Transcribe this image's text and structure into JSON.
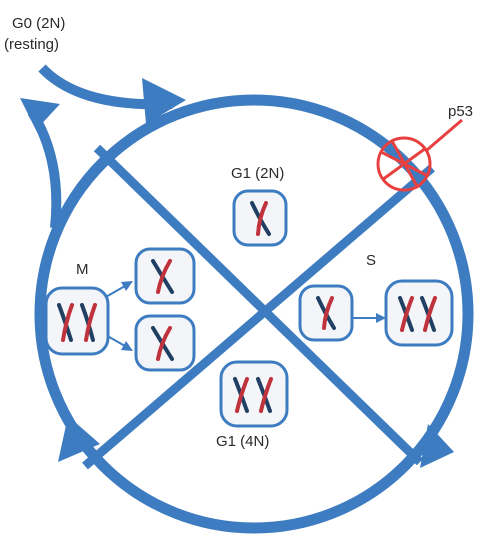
{
  "labels": {
    "g0_line1": "G0 (2N)",
    "g0_line2": "(resting)",
    "g1_2n": "G1 (2N)",
    "s_phase": "S",
    "m_phase": "M",
    "g1_4n": "G1 (4N)",
    "p53": "p53"
  },
  "colors": {
    "cycle_blue": "#3d7cc0",
    "cell_border": "#3d7cc0",
    "cell_fill": "#f4f5f8",
    "chromatid_red": "#c0323c",
    "chromatid_navy": "#1f3f63",
    "checkpoint_red": "#e84040"
  },
  "icons": {
    "checkpoint": "crossed-circle-icon",
    "arrow": "arrowhead-icon"
  }
}
